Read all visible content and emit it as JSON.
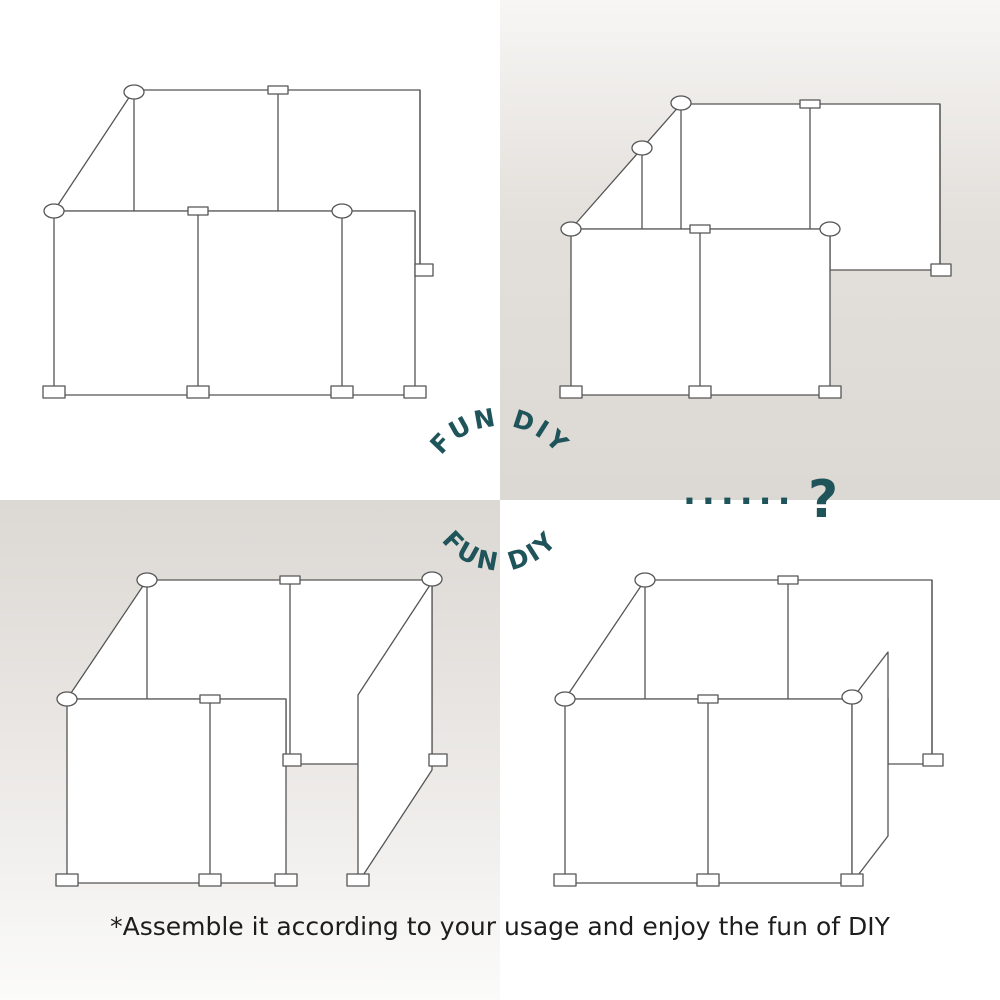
{
  "badge": {
    "top_text": "FUN DIY",
    "bottom_text": "FUN DIY",
    "dots": "......",
    "question": "?"
  },
  "caption": "*Assemble it according to your usage and enjoy the fun of DIY",
  "colors": {
    "accent": "#1f555a",
    "outline": "#555555",
    "panel_fill": "#ffffff",
    "bg_gray": "#dcd8d4"
  },
  "icons": {
    "connector": "round-cap-connector-icon",
    "t_connector": "t-connector-icon",
    "foot": "base-foot-icon"
  }
}
